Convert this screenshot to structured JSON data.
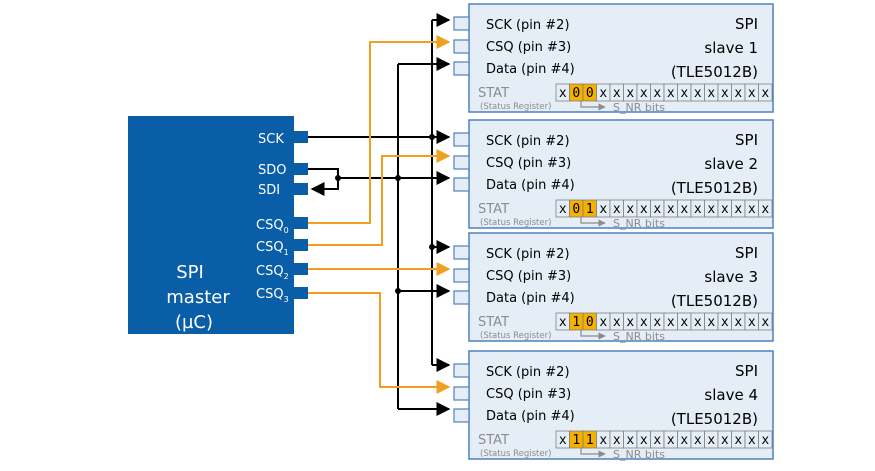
{
  "master": {
    "title_lines": [
      "SPI",
      "master",
      "(µC)"
    ],
    "pins": {
      "sck": "SCK",
      "sdo": "SDO",
      "sdi": "SDI",
      "csq_prefix": "CSQ",
      "csq_subs": [
        "0",
        "1",
        "2",
        "3"
      ]
    }
  },
  "slave_pin_labels": {
    "sck": "SCK (pin #2)",
    "csq": "CSQ (pin #3)",
    "data": "Data (pin #4)"
  },
  "status": {
    "stat_label": "STAT",
    "register_label": "(Status Register)",
    "bits_label": "S_NR bits",
    "cell_char": "x"
  },
  "slaves": [
    {
      "title": "SPI",
      "name": "slave 1",
      "part": "(TLE5012B)",
      "snr": [
        "0",
        "0"
      ]
    },
    {
      "title": "SPI",
      "name": "slave 2",
      "part": "(TLE5012B)",
      "snr": [
        "0",
        "1"
      ]
    },
    {
      "title": "SPI",
      "name": "slave 3",
      "part": "(TLE5012B)",
      "snr": [
        "1",
        "0"
      ]
    },
    {
      "title": "SPI",
      "name": "slave 4",
      "part": "(TLE5012B)",
      "snr": [
        "1",
        "1"
      ]
    }
  ],
  "colors": {
    "master_fill": "#0a5ea8",
    "slave_fill": "#e5eef6",
    "slave_border": "#4f81bd",
    "csq_line": "#f0a020",
    "snr_highlight": "#f5b000",
    "label_gray": "#8c8c8c"
  }
}
